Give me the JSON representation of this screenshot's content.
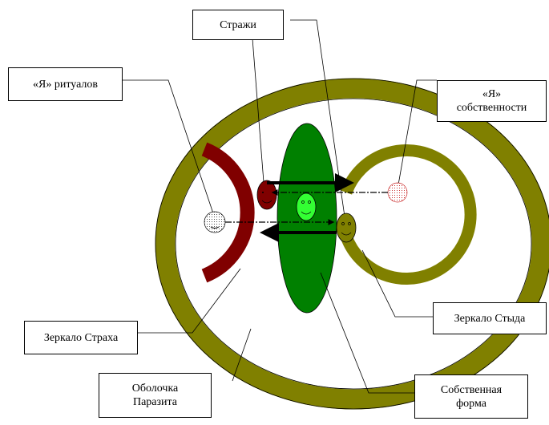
{
  "labels": {
    "guards": "Стражи",
    "ritual_self": "«Я» ритуалов",
    "property_self_line1": "«Я»",
    "property_self_line2": "собственности",
    "mirror_fear": "Зеркало Страха",
    "mirror_shame": "Зеркало Стыда",
    "parasite_shell_line1": "Оболочка",
    "parasite_shell_line2": "Паразита",
    "own_form_line1": "Собственная",
    "own_form_line2": "форма"
  },
  "colors": {
    "olive": "#808000",
    "dark_red": "#800000",
    "green": "#008000",
    "light_green": "#33ff33",
    "pink": "#ff9999"
  }
}
